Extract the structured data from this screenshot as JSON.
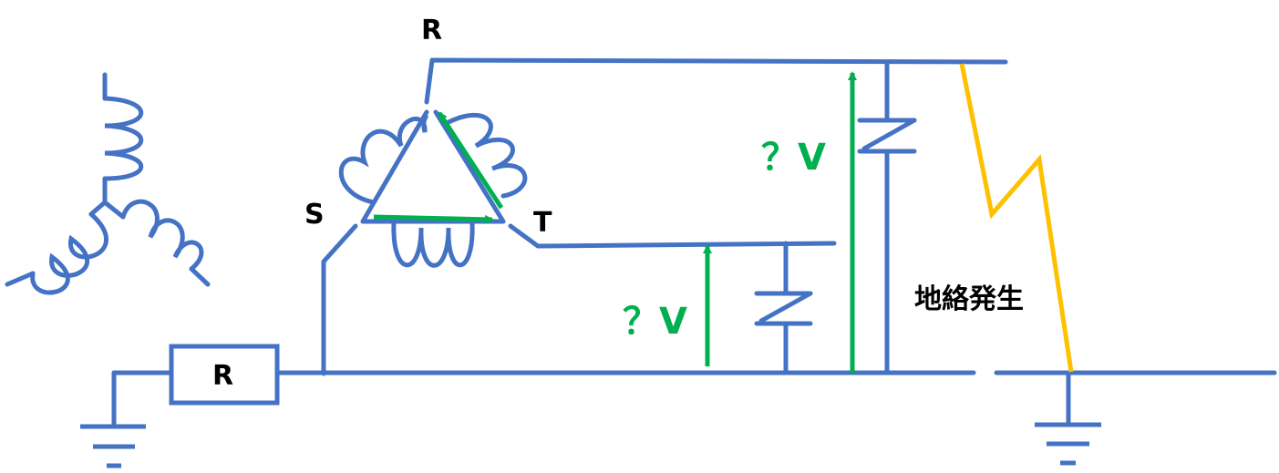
{
  "labels": {
    "phase_r": "R",
    "phase_s": "S",
    "phase_t": "T",
    "resistor": "R",
    "voltage_line": "？V",
    "voltage_phase": "？V",
    "ground_fault": "地絡発生"
  },
  "colors": {
    "wire": "#4472C4",
    "arrow": "#00B050",
    "fault": "#FFC000",
    "text": "#000000"
  }
}
